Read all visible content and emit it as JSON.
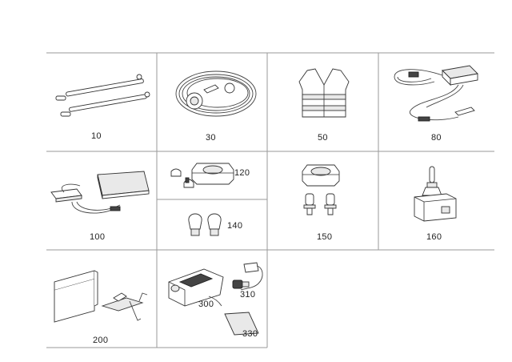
{
  "parts": [
    {
      "number": "10",
      "icon": "tow-bar-icon"
    },
    {
      "number": "30",
      "icon": "tow-rope-icon"
    },
    {
      "number": "50",
      "icon": "safety-vest-icon"
    },
    {
      "number": "80",
      "icon": "battery-charger-icon"
    },
    {
      "number": "100",
      "icon": "charger-kit-icon"
    },
    {
      "number": "120",
      "icon": "bulb-set-icon"
    },
    {
      "number": "140",
      "icon": "spare-bulbs-icon"
    },
    {
      "number": "150",
      "icon": "headlamp-bulb-set-icon"
    },
    {
      "number": "160",
      "icon": "xenon-bulb-icon"
    },
    {
      "number": "200",
      "icon": "jack-and-case-icon"
    },
    {
      "number": "300",
      "icon": "compressor-icon"
    },
    {
      "number": "310",
      "icon": "adapter-cable-icon"
    },
    {
      "number": "330",
      "icon": "sticker-icon"
    }
  ]
}
